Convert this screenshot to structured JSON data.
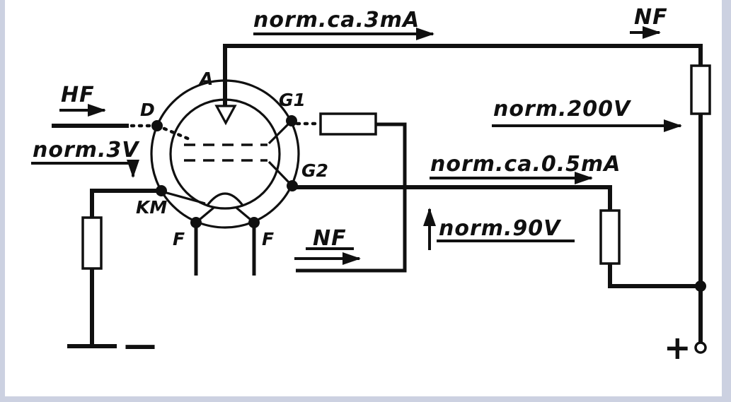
{
  "labels": {
    "anode_current": "norm.ca.3mA",
    "nf_top": "NF",
    "hf": "HF",
    "grid_bias": "norm.3V",
    "anode_voltage": "norm.200V",
    "screen_current": "norm.ca.0.5mA",
    "screen_voltage": "norm.90V",
    "nf_out": "NF"
  },
  "pins": {
    "anode": "A",
    "diode": "D",
    "grid1": "G1",
    "grid2": "G2",
    "cathode": "KM",
    "filament_left": "F",
    "filament_right": "F"
  },
  "terminals": {
    "minus": "—",
    "plus": "+"
  },
  "colors": {
    "ink": "#101010",
    "paper": "#ffffff",
    "margin": "#ccd1e1"
  }
}
